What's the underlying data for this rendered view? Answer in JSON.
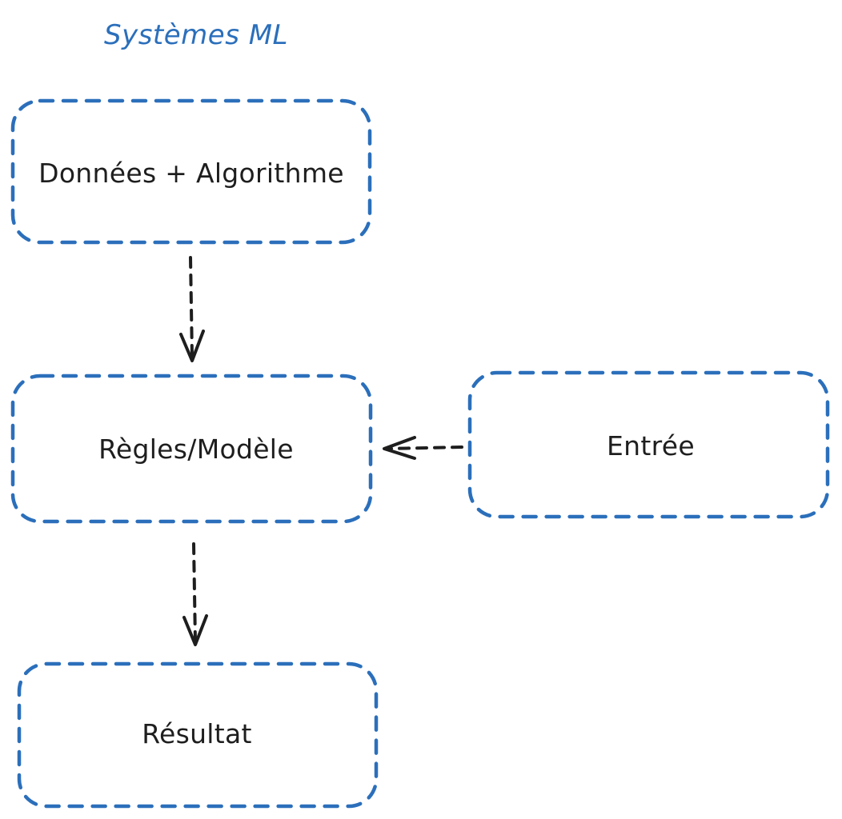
{
  "title": "Systèmes ML",
  "colors": {
    "accent": "#2b6fbb",
    "ink": "#1e1e1e",
    "background": "#ffffff"
  },
  "nodes": {
    "data_algorithm": {
      "label": "Données + Algorithme"
    },
    "rules_model": {
      "label": "Règles/Modèle"
    },
    "input": {
      "label": "Entrée"
    },
    "result": {
      "label": "Résultat"
    }
  },
  "edges": [
    {
      "from": "Données + Algorithme",
      "to": "Règles/Modèle"
    },
    {
      "from": "Entrée",
      "to": "Règles/Modèle"
    },
    {
      "from": "Règles/Modèle",
      "to": "Résultat"
    }
  ]
}
